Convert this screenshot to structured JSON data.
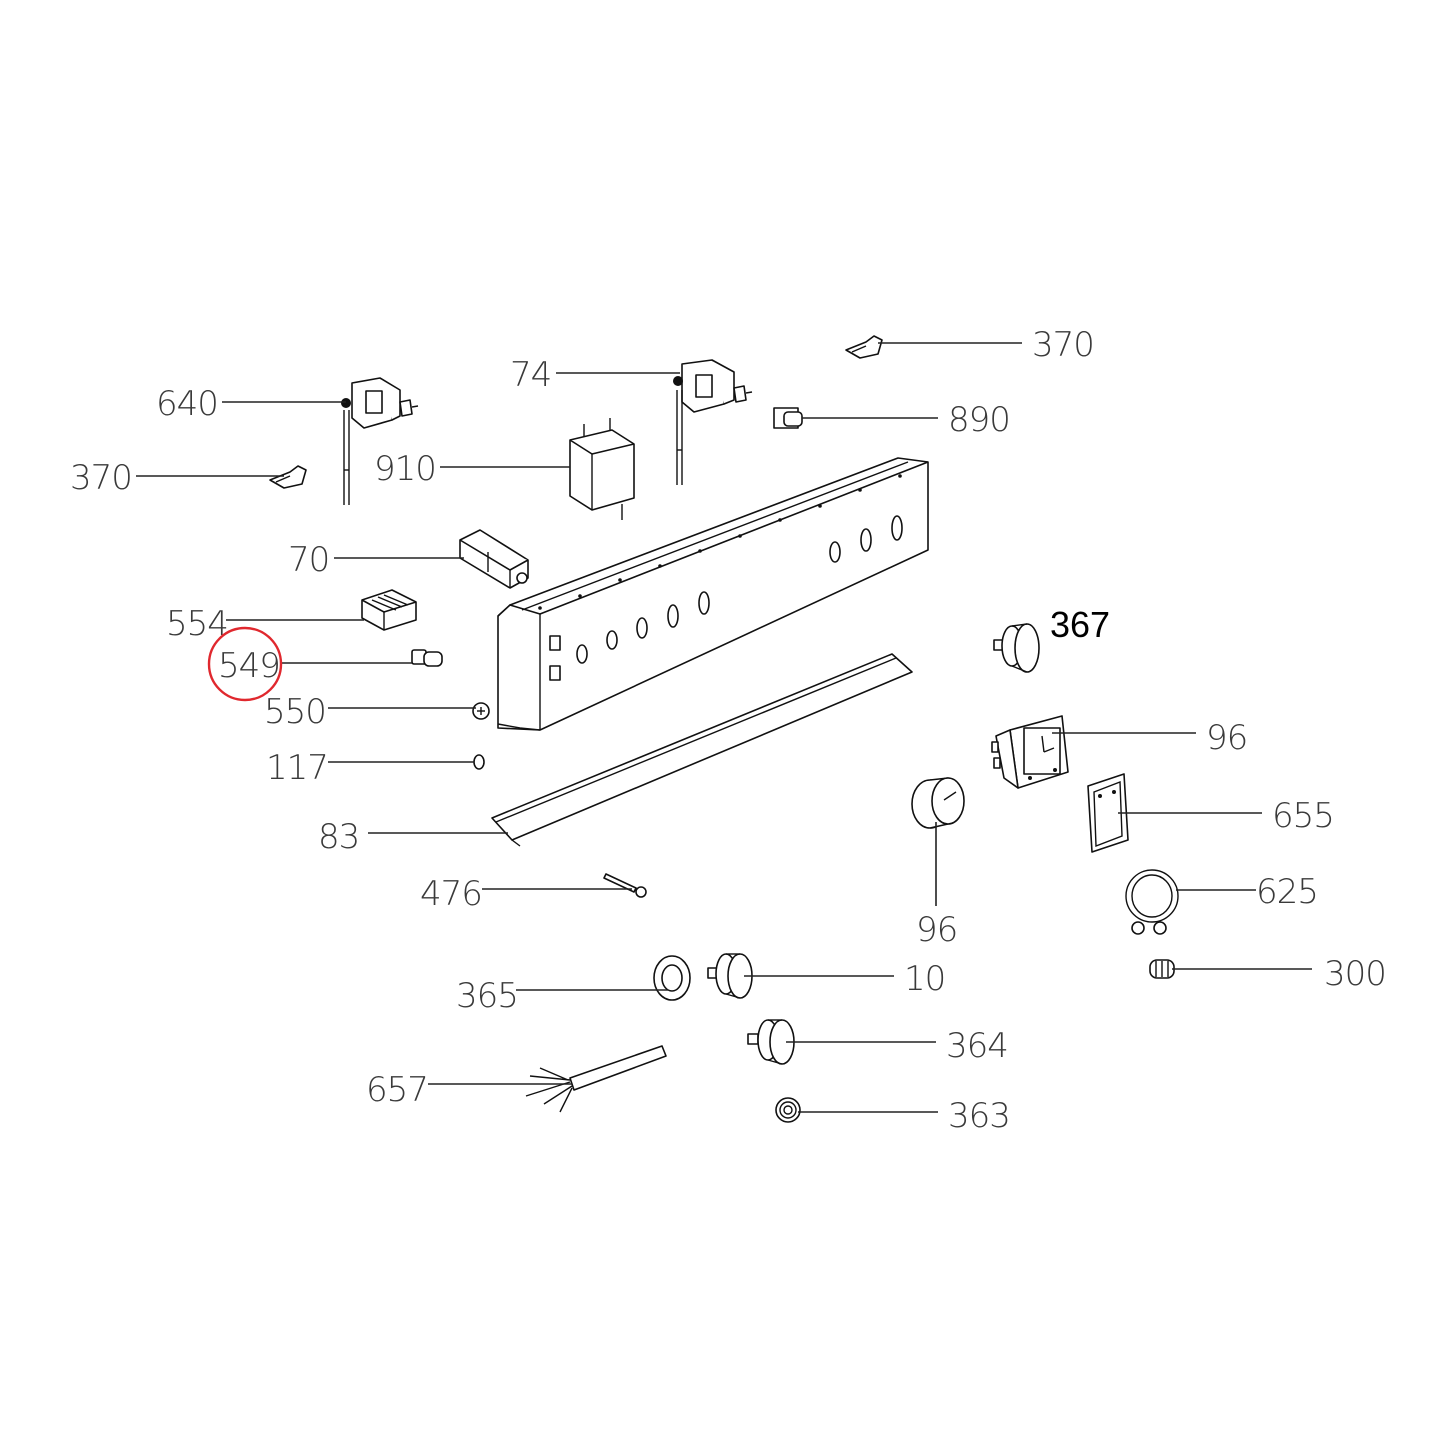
{
  "labels": {
    "l370a": "370",
    "l74": "74",
    "l640": "640",
    "l890": "890",
    "l370b": "370",
    "l910": "910",
    "l70": "70",
    "l554": "554",
    "l549": "549",
    "l550": "550",
    "l117": "117",
    "l83": "83",
    "l476": "476",
    "l367": "367",
    "l96a": "96",
    "l655": "655",
    "l96b": "96",
    "l625": "625",
    "l300": "300",
    "l365": "365",
    "l10": "10",
    "l364": "364",
    "l657": "657",
    "l363": "363"
  },
  "highlight": {
    "part": "549",
    "color": "#e0282e"
  }
}
